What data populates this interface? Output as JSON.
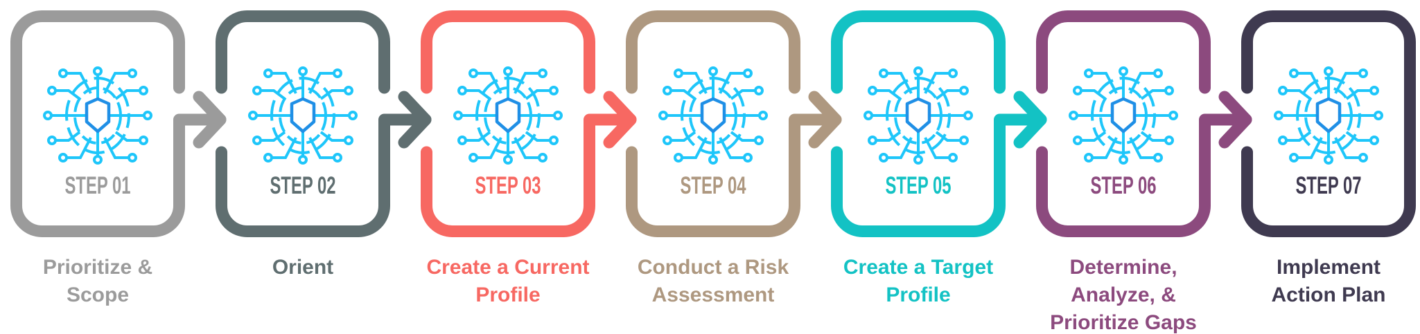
{
  "diagram": {
    "icon_colors": {
      "circuit": "#1ec6fa",
      "shield": "#1f8fe6"
    },
    "steps": [
      {
        "step_label": "STEP 01",
        "title_lines": [
          "Prioritize &",
          "Scope"
        ],
        "color": "#9b9b9b",
        "icon": "cyber-shield-circuit-icon"
      },
      {
        "step_label": "STEP 02",
        "title_lines": [
          "Orient"
        ],
        "color": "#5f6e70",
        "icon": "cyber-shield-circuit-icon"
      },
      {
        "step_label": "STEP 03",
        "title_lines": [
          "Create a Current",
          "Profile"
        ],
        "color": "#f76862",
        "icon": "cyber-shield-circuit-icon"
      },
      {
        "step_label": "STEP 04",
        "title_lines": [
          "Conduct a Risk",
          "Assessment"
        ],
        "color": "#ae9880",
        "icon": "cyber-shield-circuit-icon"
      },
      {
        "step_label": "STEP 05",
        "title_lines": [
          "Create a Target",
          "Profile"
        ],
        "color": "#13c2c4",
        "icon": "cyber-shield-circuit-icon"
      },
      {
        "step_label": "STEP 06",
        "title_lines": [
          "Determine,",
          "Analyze, &",
          "Prioritize Gaps"
        ],
        "color": "#8c4a7e",
        "icon": "cyber-shield-circuit-icon"
      },
      {
        "step_label": "STEP 07",
        "title_lines": [
          "Implement",
          "Action Plan"
        ],
        "color": "#3f3a50",
        "icon": "cyber-shield-circuit-icon"
      }
    ]
  }
}
